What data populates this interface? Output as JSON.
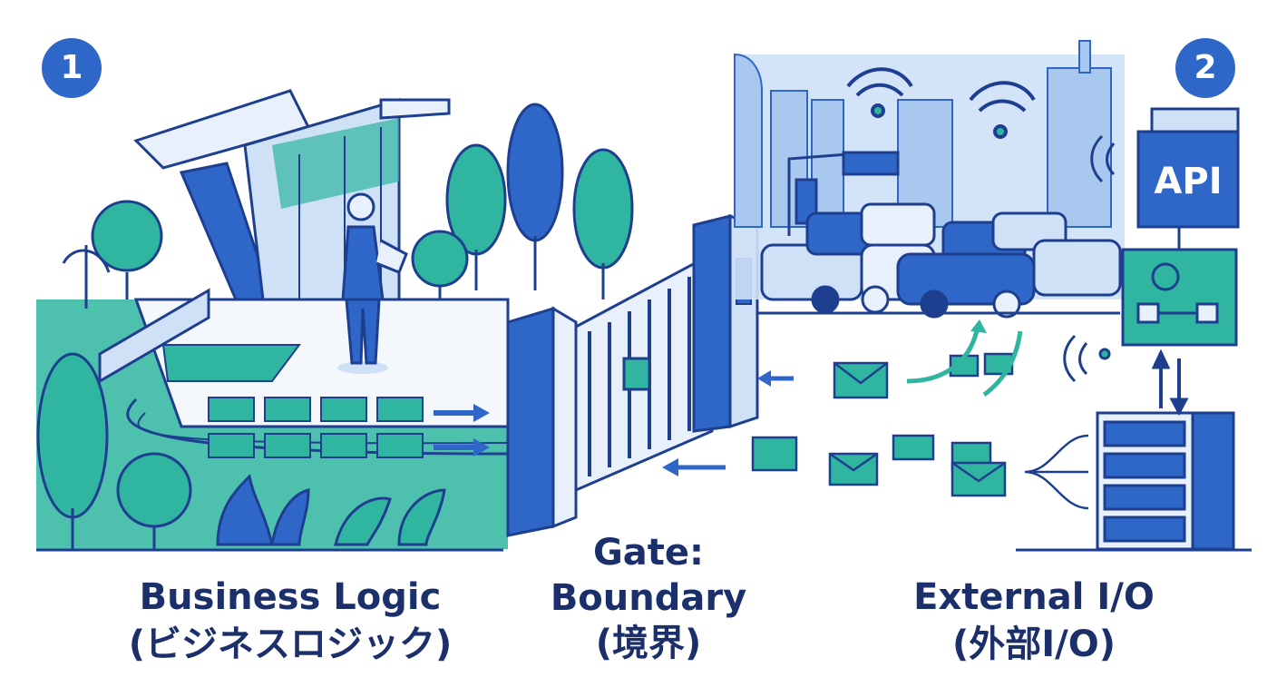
{
  "badges": {
    "left": "1",
    "right": "2"
  },
  "api_sign": "API",
  "captions": {
    "business": {
      "line1": "Business Logic",
      "line2": "(ビジネスロジック)"
    },
    "gate": {
      "line1": "Gate:",
      "line2": "Boundary",
      "line3": "(境界)"
    },
    "external": {
      "line1": "External I/O",
      "line2": "(外部I/O)"
    }
  },
  "colors": {
    "navy": "#1e3f8f",
    "blue": "#2f67c9",
    "teal": "#2fb5a0",
    "light_blue": "#cfe1f7",
    "pale_blue": "#e8f1fb",
    "caption_text": "#1b2f6b"
  }
}
